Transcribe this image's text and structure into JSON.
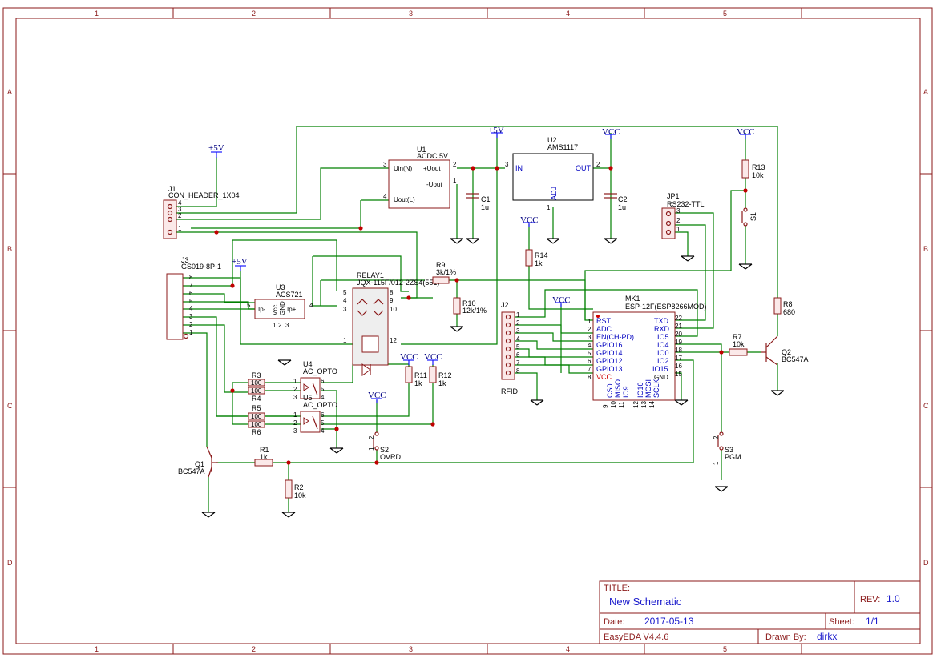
{
  "frame": {
    "columns": [
      "1",
      "2",
      "3",
      "4",
      "5"
    ],
    "rows": [
      "A",
      "B",
      "C",
      "D"
    ]
  },
  "title_block": {
    "title_label": "TITLE:",
    "title_value": "New Schematic",
    "rev_label": "REV:",
    "rev_value": "1.0",
    "date_label": "Date:",
    "date_value": "2017-05-13",
    "sheet_label": "Sheet:",
    "sheet_value": "1/1",
    "software": "EasyEDA V4.4.6",
    "drawn_label": "Drawn By:",
    "drawn_value": "dirkx"
  },
  "power": {
    "p5v_a": "+5V",
    "p5v_b": "+5V",
    "p5v_c": "+5V",
    "vcc_a": "VCC",
    "vcc_b": "VCC",
    "vcc_c": "VCC",
    "vcc_d": "VCC",
    "vcc_e": "VCC",
    "vcc_f": "VCC",
    "vcc_g": "VCC"
  },
  "components": {
    "j1_ref": "J1",
    "j1_val": "CON_HEADER_1X04",
    "j1_pins": [
      "4",
      "3",
      "2",
      "1"
    ],
    "j3_ref": "J3",
    "j3_val": "GS019-8P-1",
    "j3_pins": [
      "8",
      "7",
      "6",
      "5",
      "4",
      "3",
      "2",
      "1"
    ],
    "u1_ref": "U1",
    "u1_val": "ACDC 5V",
    "u1_pin_uin": "Uin(N)",
    "u1_pin_vout": "+Uout",
    "u1_pin_vneg": "-Uout",
    "u1_pin_uout": "Uout(L)",
    "u1_n3": "3",
    "u1_n2": "2",
    "u1_n1": "1",
    "u1_n4": "4",
    "c1_ref": "C1",
    "c1_val": "1u",
    "c2_ref": "C2",
    "c2_val": "1u",
    "u2_ref": "U2",
    "u2_val": "AMS1117",
    "u2_in": "IN",
    "u2_out": "OUT",
    "u2_adj": "ADJ",
    "u2_n3": "3",
    "u2_n2": "2",
    "u2_n1": "1",
    "r13_ref": "R13",
    "r13_val": "10k",
    "s1_ref": "S1",
    "jp1_ref": "JP1",
    "jp1_val": "RS232-TTL",
    "jp1_pins": [
      "3",
      "2",
      "1"
    ],
    "u3_ref": "U3",
    "u3_val": "ACS721",
    "u3_ipm": "Ip-",
    "u3_vcc": "Vcc",
    "u3_gnd": "GND",
    "u3_ipp": "Ip+",
    "u3_n5": "5",
    "u3_n4": "4",
    "u3_n1": "1",
    "u3_n2": "2",
    "u3_n3": "3",
    "relay_ref": "RELAY1",
    "relay_val": "JQX-115F/012-2ZS4(551)",
    "relay_pins_l": [
      "5",
      "4",
      "3"
    ],
    "relay_pins_r": [
      "8",
      "9",
      "10"
    ],
    "relay_p1": "1",
    "relay_p12": "12",
    "r9_ref": "R9",
    "r9_val": "3k/1%",
    "r10_ref": "R10",
    "r10_val": "12k/1%",
    "r14_ref": "R14",
    "r14_val": "1k",
    "j2_ref": "J2",
    "j2_val": "RFID",
    "j2_pins": [
      "1",
      "2",
      "3",
      "4",
      "5",
      "6",
      "7",
      "8"
    ],
    "mk1_ref": "MK1",
    "mk1_val": "ESP-12F(ESP8266MOD)",
    "mk1_left": [
      "RST",
      "ADC",
      "EN(CH-PD)",
      "GPIO16",
      "GPIO14",
      "GPIO12",
      "GPIO13",
      "VCC"
    ],
    "mk1_left_n": [
      "1",
      "2",
      "3",
      "4",
      "5",
      "6",
      "7",
      "8"
    ],
    "mk1_right": [
      "TXD",
      "RXD",
      "IO5",
      "IO4",
      "IO0",
      "IO2",
      "IO15",
      "GND"
    ],
    "mk1_right_n": [
      "22",
      "21",
      "20",
      "19",
      "18",
      "17",
      "16",
      "15"
    ],
    "mk1_bottom": [
      "CS0",
      "MISO",
      "IO9",
      "IO10",
      "MOSI",
      "SCLK"
    ],
    "mk1_bottom_n": [
      "9",
      "10",
      "11",
      "12",
      "13",
      "14"
    ],
    "r8_ref": "R8",
    "r8_val": "680",
    "r7_ref": "R7",
    "r7_val": "10k",
    "q2_ref": "Q2",
    "q2_val": "BC547A",
    "r11_ref": "R11",
    "r11_val": "1k",
    "r12_ref": "R12",
    "r12_val": "1k",
    "u4_ref": "U4",
    "u4_val": "AC_OPTO",
    "u5_ref": "U5",
    "u5_val": "AC_OPTO",
    "r3_ref": "R3",
    "r3_val": "100",
    "r4_ref": "R4",
    "r4_val": "100",
    "r5_ref": "R5",
    "r5_val": "100",
    "r6_ref": "R6",
    "r6_val": "100",
    "opto_pins": [
      "1",
      "2",
      "3",
      "6",
      "5",
      "4"
    ],
    "s2_ref": "S2",
    "s2_val": "OVRD",
    "s2_n1": "1",
    "s2_n2": "2",
    "s3_ref": "S3",
    "s3_val": "PGM",
    "s3_n1": "1",
    "s3_n2": "2",
    "r1_ref": "R1",
    "r1_val": "1k",
    "r2_ref": "R2",
    "r2_val": "10k",
    "q1_ref": "Q1",
    "q1_val": "BC547A"
  }
}
